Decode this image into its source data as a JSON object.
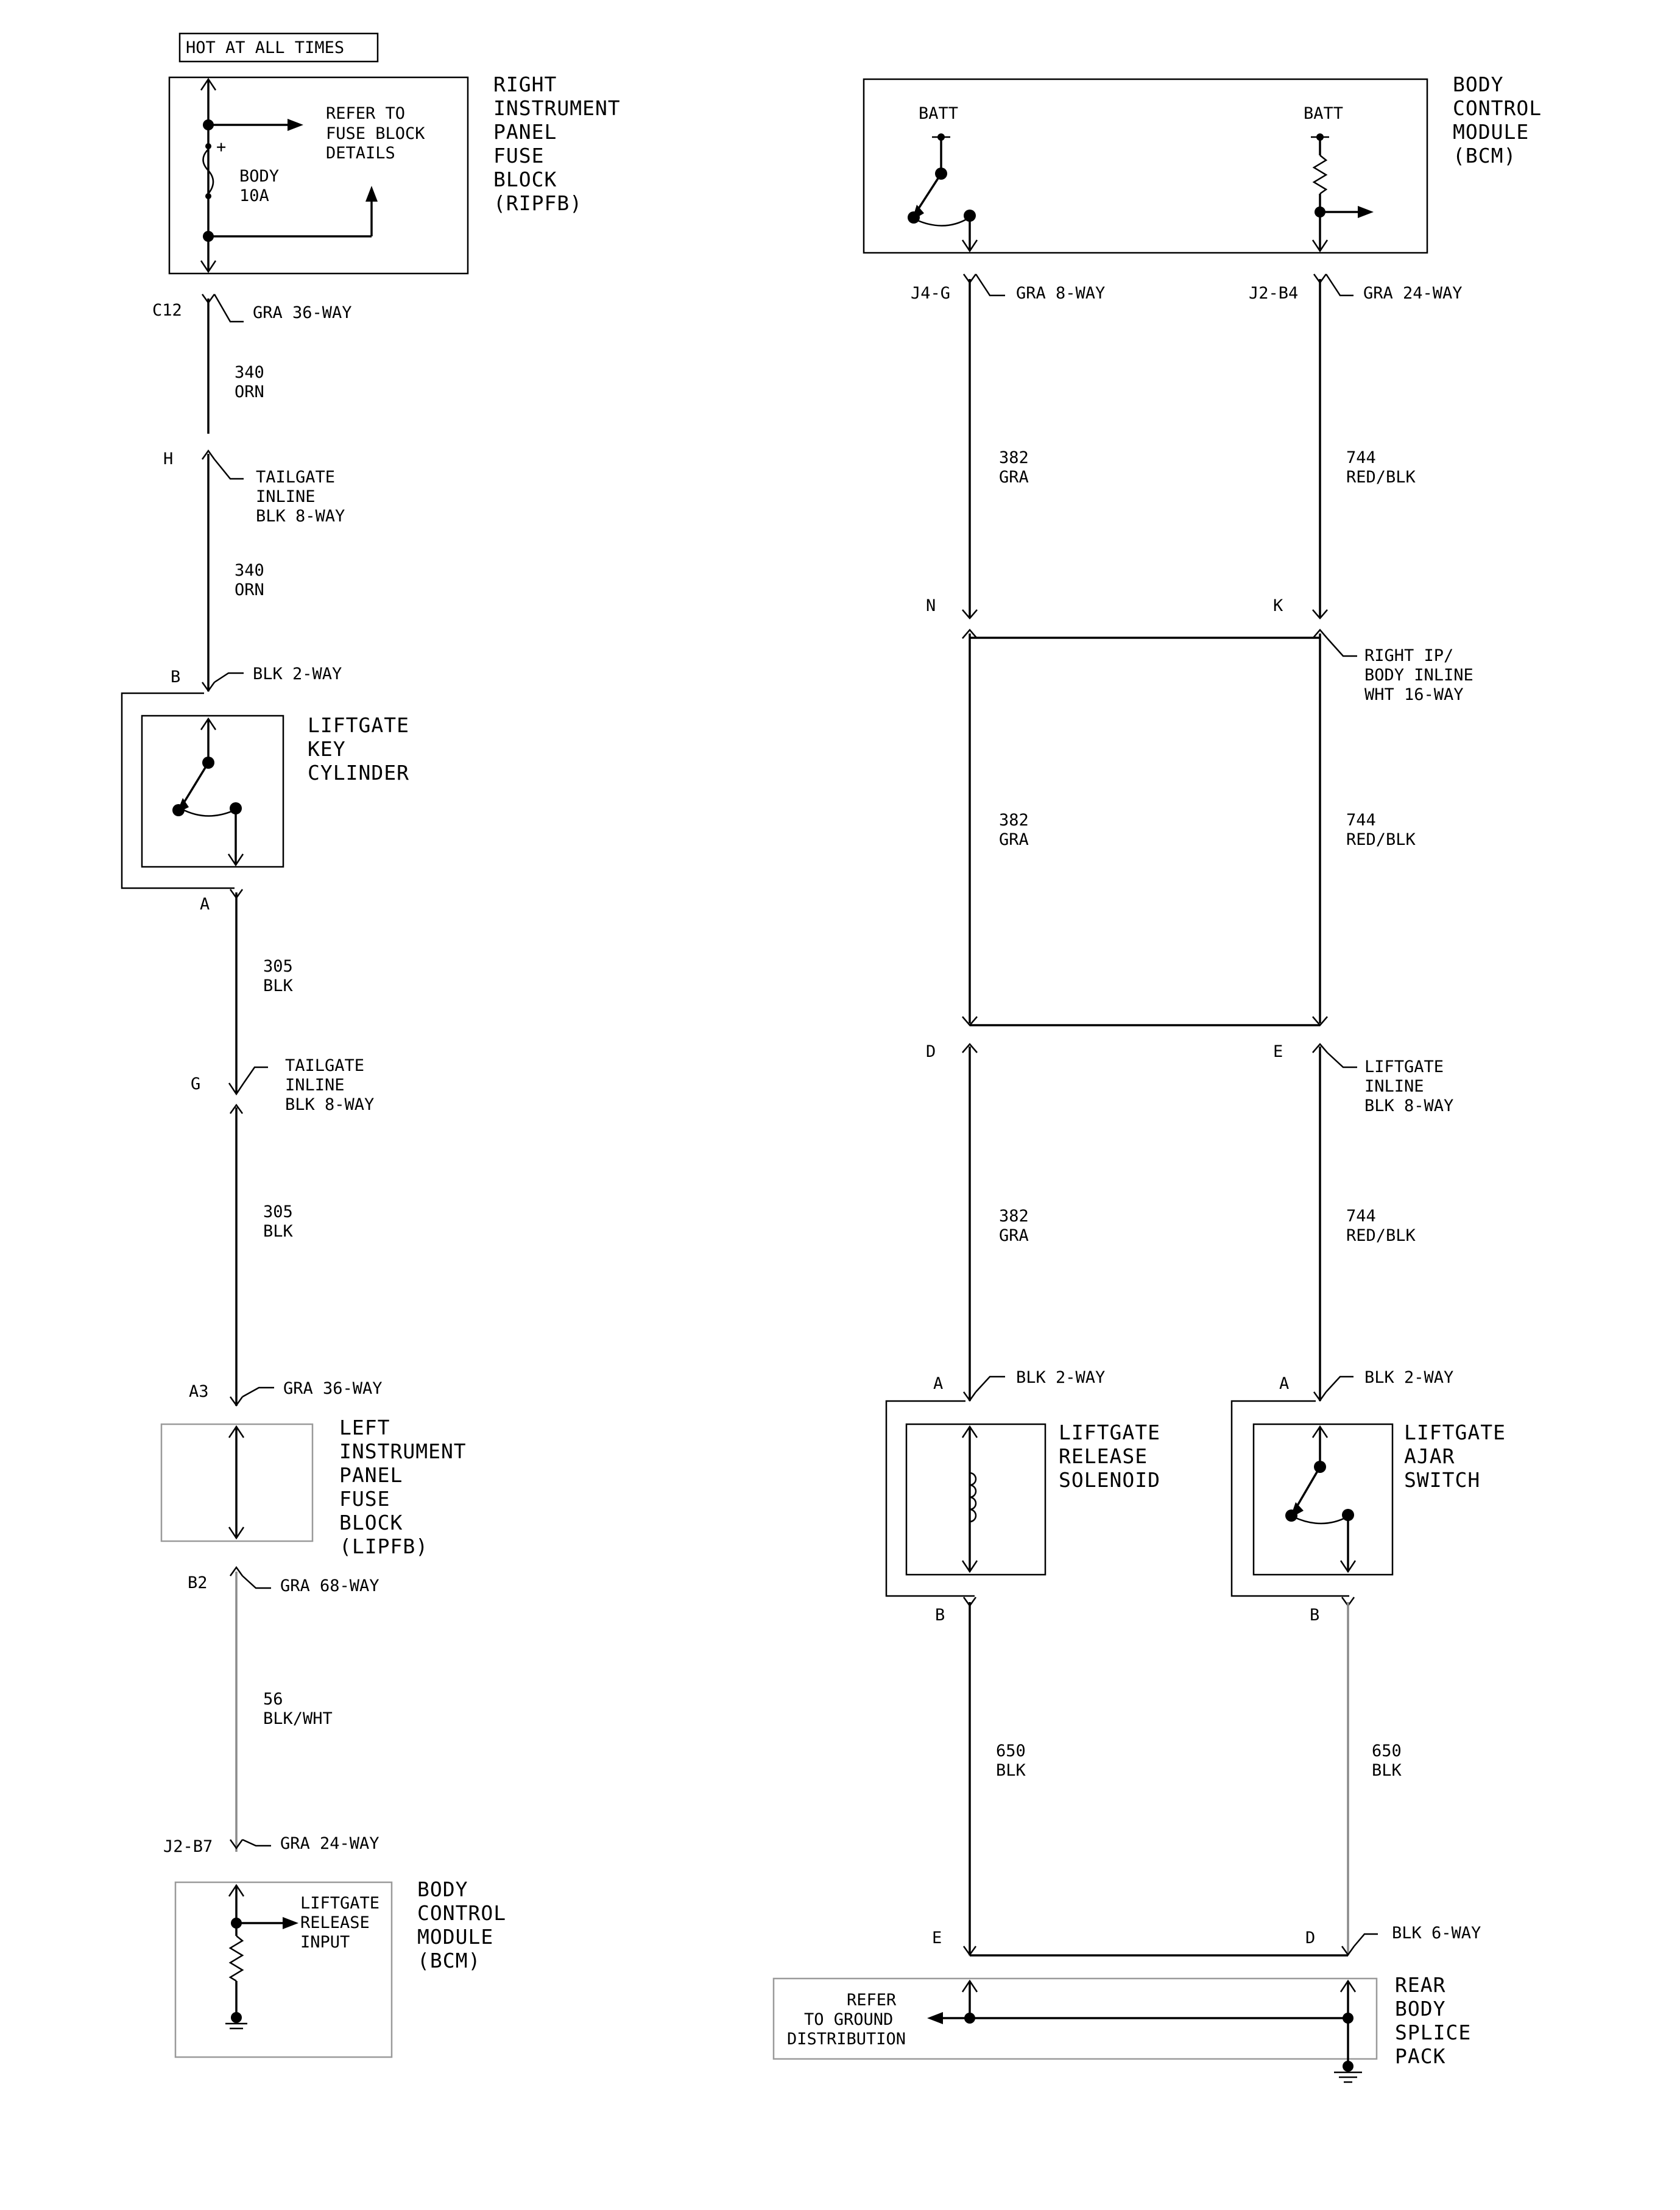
{
  "hot_label": "HOT AT ALL TIMES",
  "ripfb": {
    "lines": [
      "RIGHT",
      "INSTRUMENT",
      "PANEL",
      "FUSE",
      "BLOCK",
      "(RIPFB)"
    ],
    "refer": [
      "REFER TO",
      "FUSE BLOCK",
      "DETAILS"
    ],
    "plus": "+",
    "fuse": [
      "BODY",
      "10A"
    ]
  },
  "left": {
    "c12": {
      "pin": "C12",
      "conn": "GRA 36-WAY"
    },
    "wire1": {
      "circuit": "340",
      "color": "ORN"
    },
    "h": {
      "pin": "H",
      "conn": [
        "TAILGATE",
        "INLINE",
        "BLK 8-WAY"
      ]
    },
    "wire2": {
      "circuit": "340",
      "color": "ORN"
    },
    "b_key": {
      "pin": "B",
      "conn": "BLK 2-WAY"
    },
    "key_cylinder": [
      "LIFTGATE",
      "KEY",
      "CYLINDER"
    ],
    "a_key": {
      "pin": "A"
    },
    "wire3": {
      "circuit": "305",
      "color": "BLK"
    },
    "g": {
      "pin": "G",
      "conn": [
        "TAILGATE",
        "INLINE",
        "BLK 8-WAY"
      ]
    },
    "wire4": {
      "circuit": "305",
      "color": "BLK"
    },
    "a3": {
      "pin": "A3",
      "conn": "GRA 36-WAY"
    },
    "lipfb": [
      "LEFT",
      "INSTRUMENT",
      "PANEL",
      "FUSE",
      "BLOCK",
      "(LIPFB)"
    ],
    "b2": {
      "pin": "B2",
      "conn": "GRA 68-WAY"
    },
    "wire5": {
      "circuit": "56",
      "color": "BLK/WHT"
    },
    "j2b7": {
      "pin": "J2-B7",
      "conn": "GRA 24-WAY"
    },
    "bcm_input": [
      "LIFTGATE",
      "RELEASE",
      "INPUT"
    ],
    "bcm": [
      "BODY",
      "CONTROL",
      "MODULE",
      "(BCM)"
    ]
  },
  "right": {
    "bcm": [
      "BODY",
      "CONTROL",
      "MODULE",
      "(BCM)"
    ],
    "batt1": "BATT",
    "batt2": "BATT",
    "j4g": {
      "pin": "J4-G",
      "conn": "GRA 8-WAY"
    },
    "j2b4": {
      "pin": "J2-B4",
      "conn": "GRA 24-WAY"
    },
    "wire_382_a": {
      "circuit": "382",
      "color": "GRA"
    },
    "wire_744_a": {
      "circuit": "744",
      "color": "RED/BLK"
    },
    "n": {
      "pin": "N"
    },
    "k": {
      "pin": "K",
      "conn": [
        "RIGHT IP/",
        "BODY INLINE",
        "WHT 16-WAY"
      ]
    },
    "wire_382_b": {
      "circuit": "382",
      "color": "GRA"
    },
    "wire_744_b": {
      "circuit": "744",
      "color": "RED/BLK"
    },
    "d_in": {
      "pin": "D"
    },
    "e_in": {
      "pin": "E",
      "conn": [
        "LIFTGATE",
        "INLINE",
        "BLK 8-WAY"
      ]
    },
    "wire_382_c": {
      "circuit": "382",
      "color": "GRA"
    },
    "wire_744_c": {
      "circuit": "744",
      "color": "RED/BLK"
    },
    "a_sol": {
      "pin": "A",
      "conn": "BLK 2-WAY"
    },
    "a_sw": {
      "pin": "A",
      "conn": "BLK 2-WAY"
    },
    "solenoid": [
      "LIFTGATE",
      "RELEASE",
      "SOLENOID"
    ],
    "ajar": [
      "LIFTGATE",
      "AJAR",
      "SWITCH"
    ],
    "b_sol": {
      "pin": "B"
    },
    "b_sw": {
      "pin": "B"
    },
    "wire_650_a": {
      "circuit": "650",
      "color": "BLK"
    },
    "wire_650_b": {
      "circuit": "650",
      "color": "BLK"
    },
    "e_pack": {
      "pin": "E"
    },
    "d_pack": {
      "pin": "D",
      "conn": "BLK 6-WAY"
    },
    "ground_refer": [
      "REFER",
      "TO GROUND",
      "DISTRIBUTION"
    ],
    "splice_pack": [
      "REAR",
      "BODY",
      "SPLICE",
      "PACK"
    ]
  }
}
